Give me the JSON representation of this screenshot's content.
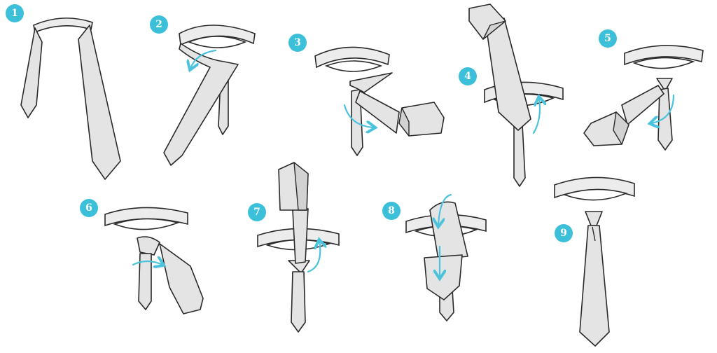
{
  "steps": [
    {
      "number": "1"
    },
    {
      "number": "2"
    },
    {
      "number": "3"
    },
    {
      "number": "4"
    },
    {
      "number": "5"
    },
    {
      "number": "6"
    },
    {
      "number": "7"
    },
    {
      "number": "8"
    },
    {
      "number": "9"
    }
  ],
  "colors": {
    "badge": "#3cbfd9",
    "arrow": "#4cc3dc",
    "tie_fill": "#e4e4e4",
    "outline": "#2a2a2a"
  }
}
